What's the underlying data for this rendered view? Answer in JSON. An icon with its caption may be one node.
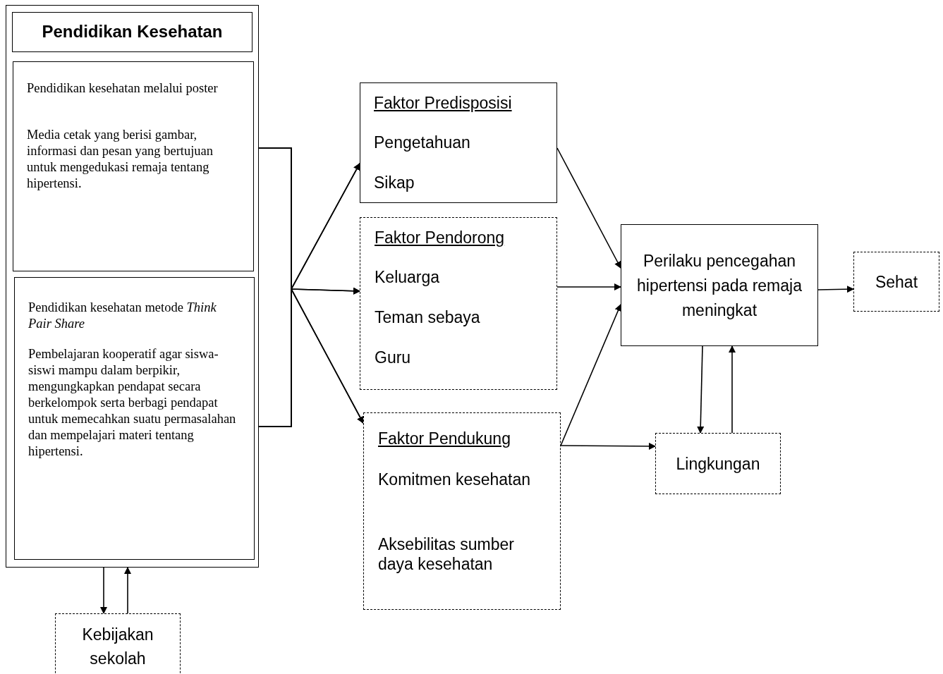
{
  "diagram": {
    "nodes": [
      {
        "text": [
          "Pendidikan Kesehatan"
        ]
      },
      {
        "text": [
          "Pendidikan kesehatan melalui poster",
          "Media cetak yang berisi gambar, informasi dan pesan yang bertujuan untuk mengedukasi remaja tentang hipertensi."
        ],
        "in": 0
      },
      {
        "text": [
          "Pendidikan kesehatan metode *Think Pair Share*",
          "Pembelajaran kooperatif agar siswa-siswi mampu dalam berpikir, mengungkapkan pendapat secara berkelompok serta berbagi pendapat untuk memecahkan suatu permasalahan dan mempelajari materi tentang hipertensi."
        ],
        "in": 0
      },
      {
        "text": [
          "Faktor Predisposisi",
          "Pengetahuan",
          "Sikap"
        ]
      },
      {
        "text": [
          "Faktor Pendorong",
          "Keluarga",
          "Teman sebaya",
          "Guru"
        ]
      },
      {
        "text": [
          "Faktor Pendukung",
          "Komitmen kesehatan",
          "Aksebilitas sumber daya kesehatan"
        ]
      },
      {
        "text": [
          "Perilaku pencegahan hipertensi pada remaja meningkat"
        ]
      },
      {
        "text": [
          "Sehat"
        ]
      },
      {
        "text": [
          "Lingkungan"
        ]
      },
      {
        "text": [
          "Kebijakan sekolah"
        ]
      }
    ],
    "edges": [
      {
        "from": 1,
        "to": 3,
        "arrow": "to"
      },
      {
        "from": 1,
        "to": 4,
        "arrow": "to"
      },
      {
        "from": 1,
        "to": 5,
        "arrow": "to"
      },
      {
        "from": 2,
        "to": 3,
        "arrow": "to"
      },
      {
        "from": 2,
        "to": 4,
        "arrow": "to"
      },
      {
        "from": 2,
        "to": 5,
        "arrow": "to"
      },
      {
        "from": 3,
        "to": 6,
        "arrow": "to"
      },
      {
        "from": 4,
        "to": 6,
        "arrow": "to"
      },
      {
        "from": 5,
        "to": 6,
        "arrow": "to"
      },
      {
        "from": 5,
        "to": 8,
        "arrow": "to"
      },
      {
        "from": 6,
        "to": 8,
        "arrow": "to"
      },
      {
        "from": 8,
        "to": 6,
        "arrow": "to"
      },
      {
        "from": 6,
        "to": 7,
        "arrow": "to"
      },
      {
        "from": 0,
        "to": 9,
        "arrow": "to"
      },
      {
        "from": 9,
        "to": 0,
        "arrow": "to"
      }
    ]
  }
}
